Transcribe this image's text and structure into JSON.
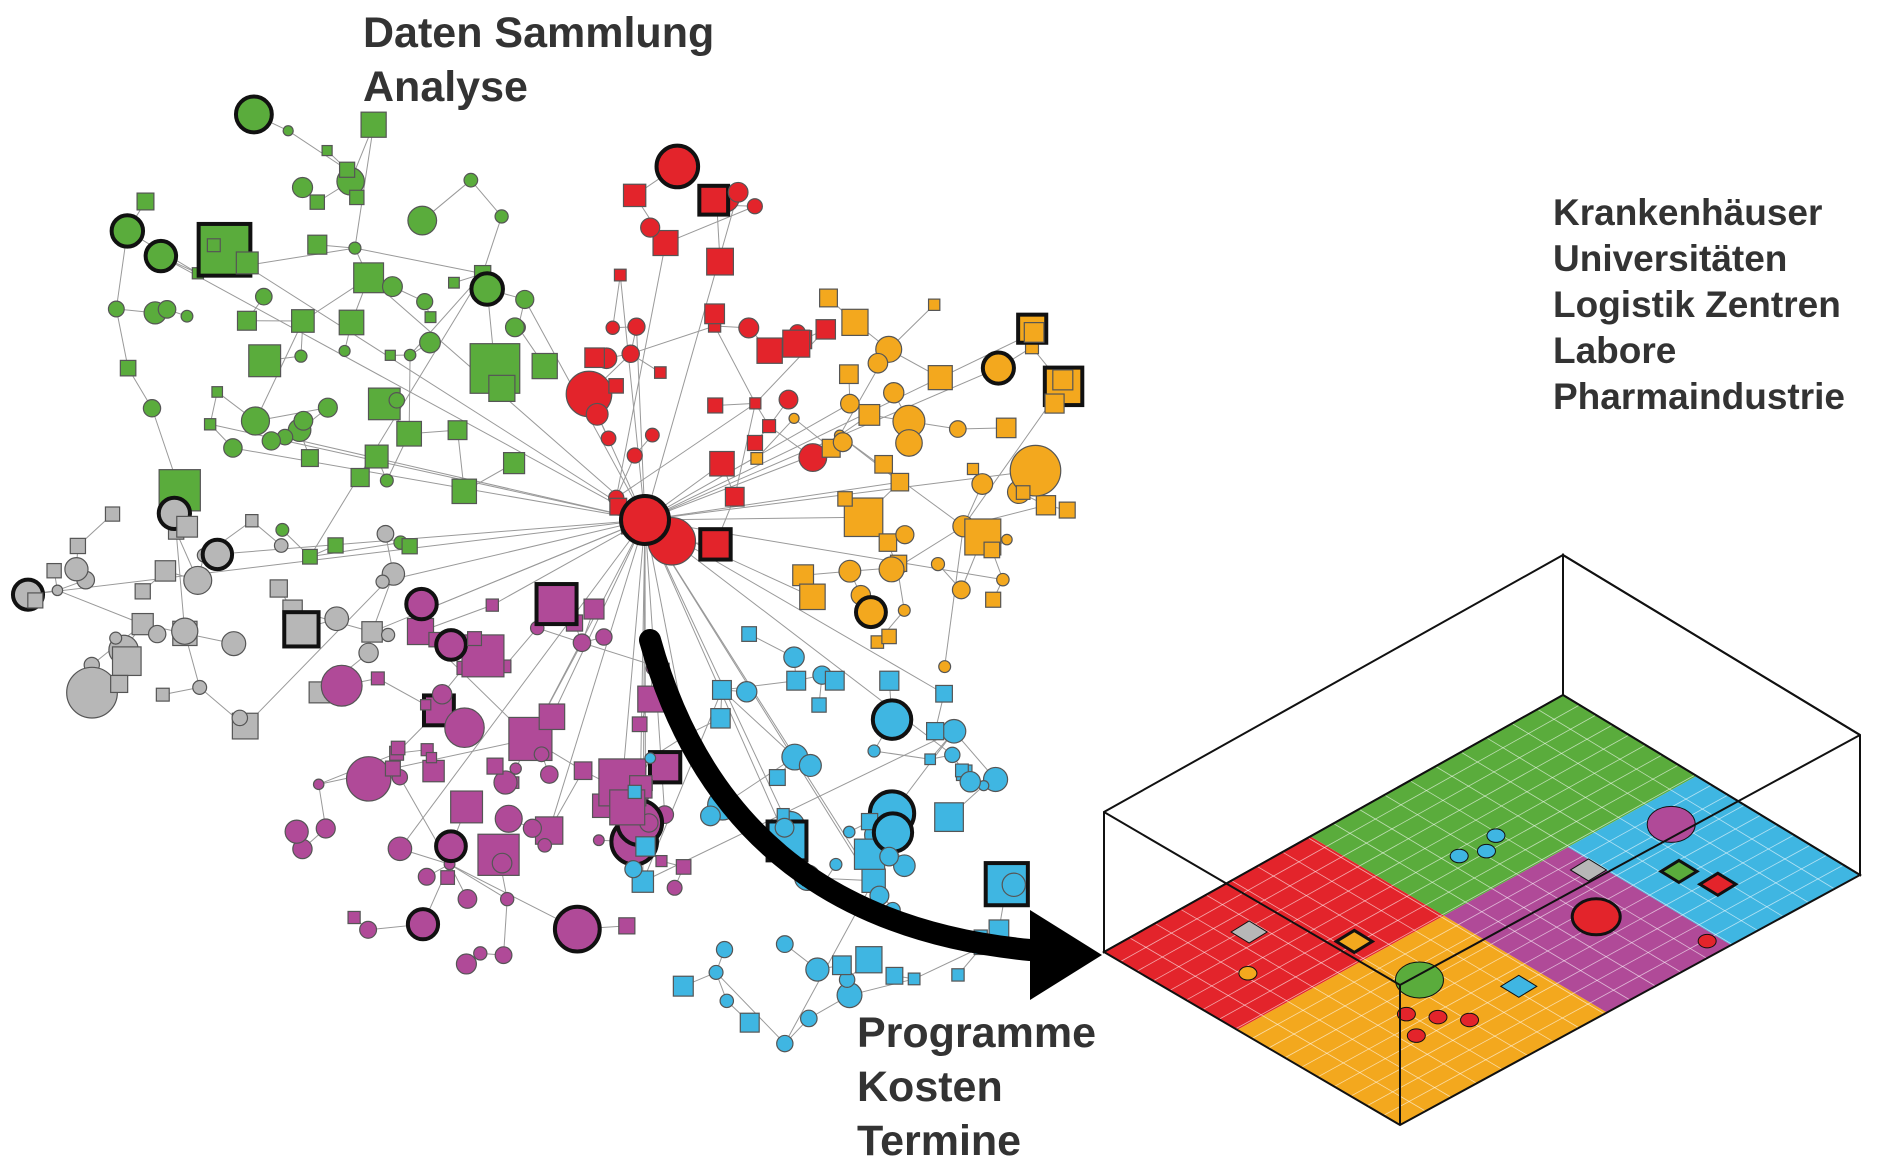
{
  "labels": {
    "top": [
      "Daten Sammlung",
      "Analyse"
    ],
    "right": [
      "Krankenhäuser",
      "Universitäten",
      "Logistik Zentren",
      "Labore",
      "Pharmaindustrie"
    ],
    "bottom": [
      "Programme",
      "Kosten",
      "Termine"
    ]
  },
  "colors": {
    "green": "#5aac3c",
    "red": "#e3242b",
    "orange": "#f3a81e",
    "gray": "#b7b7b7",
    "purple": "#b04a98",
    "blue": "#3fb6e2",
    "outline": "#555555",
    "edge": "#999999",
    "grid": "#ffffff",
    "text": "#333333",
    "arrow": "#000000"
  },
  "clusters": [
    "green",
    "red",
    "orange",
    "gray",
    "purple",
    "blue"
  ],
  "platform_regions": [
    "red",
    "green",
    "blue",
    "purple",
    "orange"
  ]
}
